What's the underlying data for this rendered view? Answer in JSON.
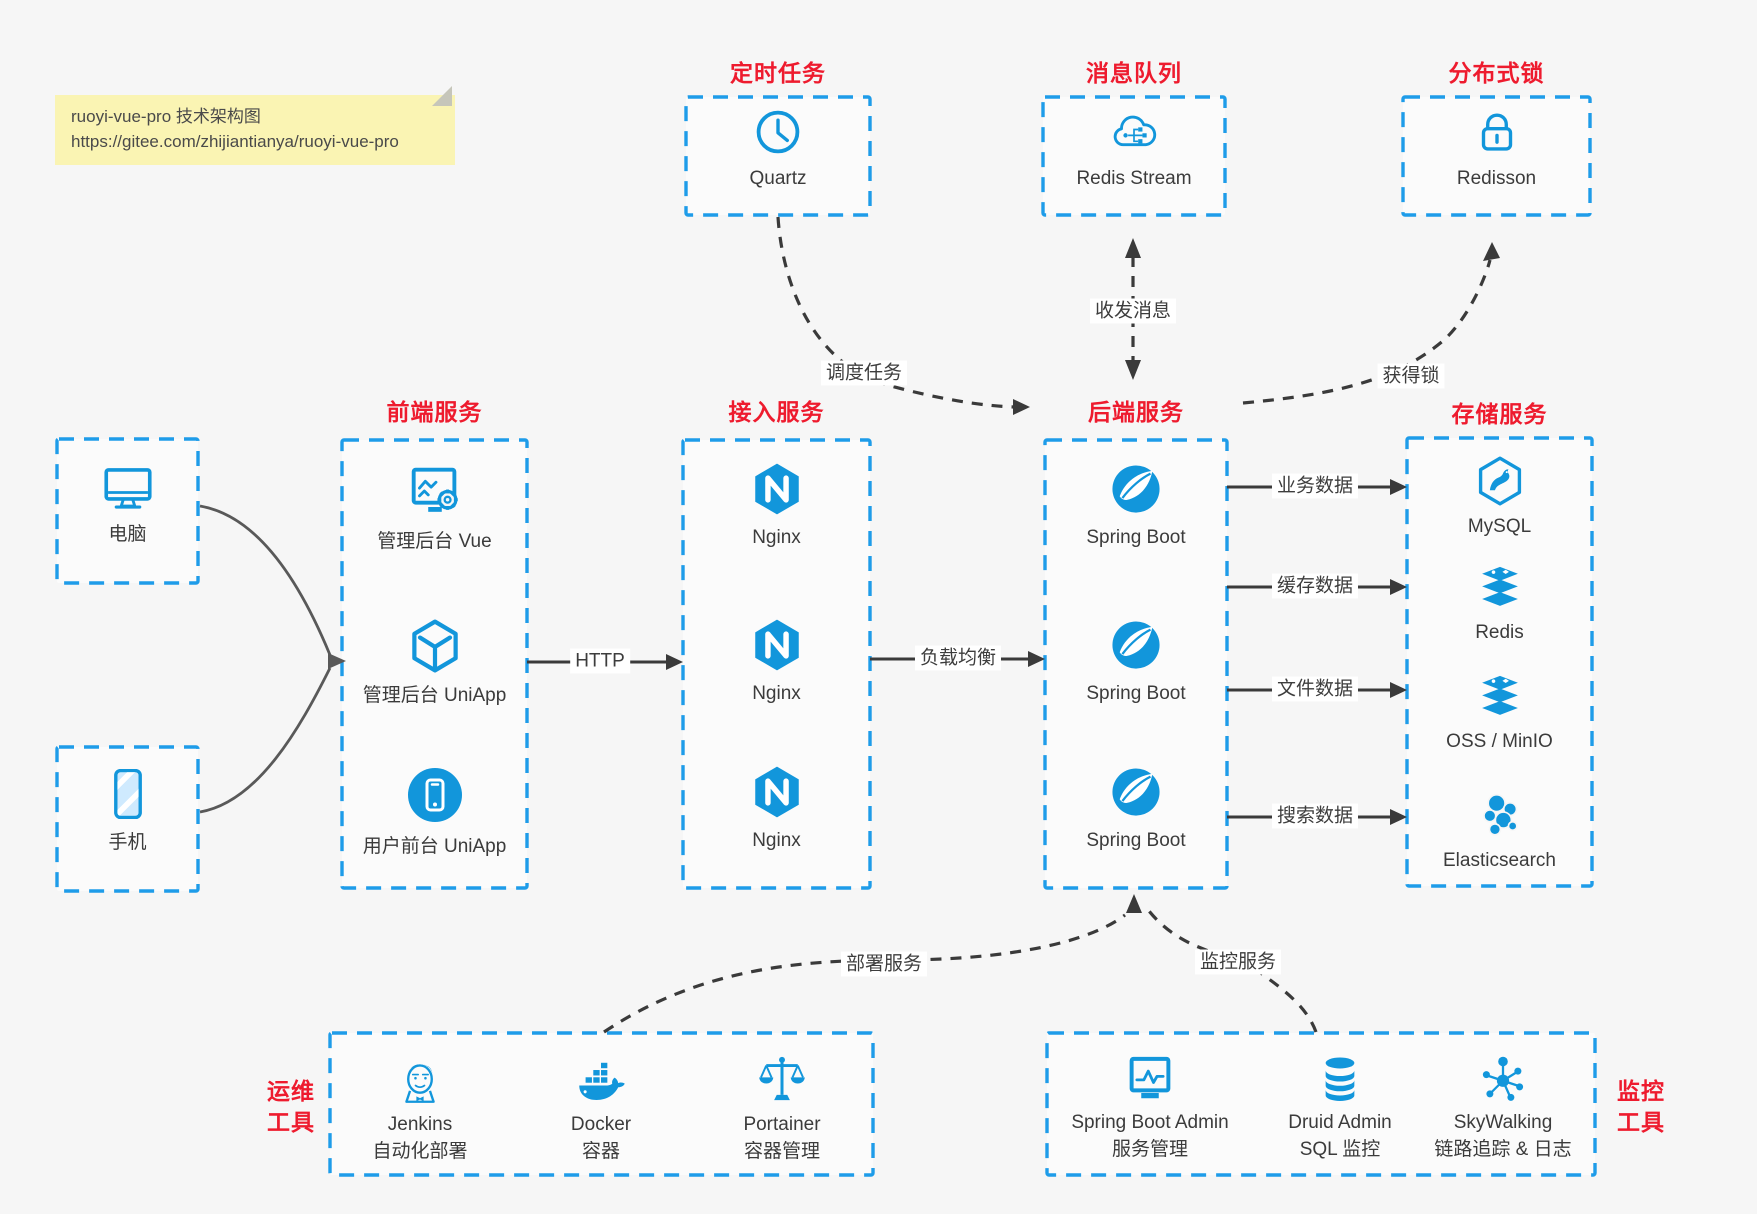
{
  "note": {
    "line1": "ruoyi-vue-pro 技术架构图",
    "line2": "https://gitee.com/zhijiantianya/ruoyi-vue-pro"
  },
  "colors": {
    "accent_blue_border": "#1E9CE9",
    "icon_blue": "#1296db",
    "title_red": "#EE1B2E",
    "note_bg": "#FAF4B3",
    "connector_dark": "#3A3A3A",
    "connector_gray": "#595959"
  },
  "groups": {
    "scheduled_task": {
      "title": "定时任务",
      "items": [
        {
          "label": "Quartz",
          "icon": "clock-icon"
        }
      ]
    },
    "message_queue": {
      "title": "消息队列",
      "items": [
        {
          "label": "Redis Stream",
          "icon": "cloud-network-icon"
        }
      ]
    },
    "distributed_lock": {
      "title": "分布式锁",
      "items": [
        {
          "label": "Redisson",
          "icon": "lock-icon"
        }
      ]
    },
    "clients": {
      "items": [
        {
          "label": "电脑",
          "icon": "desktop-icon"
        },
        {
          "label": "手机",
          "icon": "mobile-icon"
        }
      ]
    },
    "frontend": {
      "title": "前端服务",
      "items": [
        {
          "label": "管理后台 Vue",
          "icon": "admin-vue-icon"
        },
        {
          "label": "管理后台 UniApp",
          "icon": "uniapp-cube-icon"
        },
        {
          "label": "用户前台 UniApp",
          "icon": "user-app-icon"
        }
      ]
    },
    "access": {
      "title": "接入服务",
      "items": [
        {
          "label": "Nginx",
          "icon": "nginx-icon"
        },
        {
          "label": "Nginx",
          "icon": "nginx-icon"
        },
        {
          "label": "Nginx",
          "icon": "nginx-icon"
        }
      ]
    },
    "backend": {
      "title": "后端服务",
      "items": [
        {
          "label": "Spring Boot",
          "icon": "spring-icon"
        },
        {
          "label": "Spring Boot",
          "icon": "spring-icon"
        },
        {
          "label": "Spring Boot",
          "icon": "spring-icon"
        }
      ]
    },
    "storage": {
      "title": "存储服务",
      "items": [
        {
          "label": "MySQL",
          "icon": "mysql-icon"
        },
        {
          "label": "Redis",
          "icon": "redis-stack-icon"
        },
        {
          "label": "OSS / MinIO",
          "icon": "oss-stack-icon"
        },
        {
          "label": "Elasticsearch",
          "icon": "elasticsearch-icon"
        }
      ]
    },
    "ops_tools": {
      "title_line1": "运维",
      "title_line2": "工具",
      "items": [
        {
          "label": "Jenkins",
          "sublabel": "自动化部署",
          "icon": "jenkins-icon"
        },
        {
          "label": "Docker",
          "sublabel": "容器",
          "icon": "docker-icon"
        },
        {
          "label": "Portainer",
          "sublabel": "容器管理",
          "icon": "portainer-icon"
        }
      ]
    },
    "monitor_tools": {
      "title_line1": "监控",
      "title_line2": "工具",
      "items": [
        {
          "label": "Spring Boot Admin",
          "sublabel": "服务管理",
          "icon": "spring-boot-admin-icon"
        },
        {
          "label": "Druid Admin",
          "sublabel": "SQL 监控",
          "icon": "druid-icon"
        },
        {
          "label": "SkyWalking",
          "sublabel": "链路追踪 & 日志",
          "icon": "skywalking-icon"
        }
      ]
    }
  },
  "edges": {
    "http": "HTTP",
    "load_balance": "负载均衡",
    "schedule_task": "调度任务",
    "send_receive_message": "收发消息",
    "acquire_lock": "获得锁",
    "business_data": "业务数据",
    "cache_data": "缓存数据",
    "file_data": "文件数据",
    "search_data": "搜索数据",
    "deploy_service": "部署服务",
    "monitor_service": "监控服务"
  }
}
